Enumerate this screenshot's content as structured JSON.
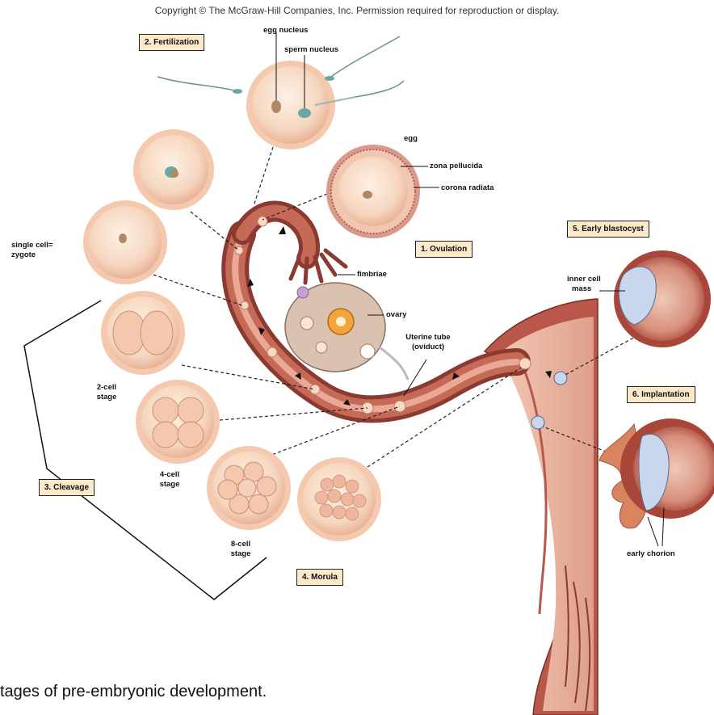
{
  "header": {
    "copyright": "Copyright © The McGraw-Hill Companies, Inc. Permission required for reproduction or display."
  },
  "caption": "tages of pre-embryonic development.",
  "stages": {
    "fertilization": "2. Fertilization",
    "ovulation": "1. Ovulation",
    "cleavage": "3. Cleavage",
    "morula": "4. Morula",
    "early_blastocyst": "5. Early blastocyst",
    "implantation": "6. Implantation"
  },
  "labels": {
    "egg_nucleus": "egg nucleus",
    "sperm_nucleus": "sperm nucleus",
    "egg": "egg",
    "zona_pellucida": "zona pellucida",
    "corona_radiata": "corona radiata",
    "single_cell_line1": "single cell=",
    "single_cell_line2": "zygote",
    "fimbriae": "fimbriae",
    "ovary": "ovary",
    "uterine_tube_line1": "Uterine tube",
    "uterine_tube_line2": "(oviduct)",
    "inner_cell_line1": "inner cell",
    "inner_cell_line2": "mass",
    "two_cell_line1": "2-cell",
    "two_cell_line2": "stage",
    "four_cell_line1": "4-cell",
    "four_cell_line2": "stage",
    "eight_cell_line1": "8-cell",
    "eight_cell_line2": "stage",
    "early_chorion": "early chorion"
  },
  "colors": {
    "stage_box": "#fbe9c9",
    "cell_fill": "#f8dcc6",
    "cell_rim": "#e8b79c",
    "tissue": "#a8463a",
    "tissue_light": "#e9b8a6",
    "ovary": "#d9c2b0"
  }
}
